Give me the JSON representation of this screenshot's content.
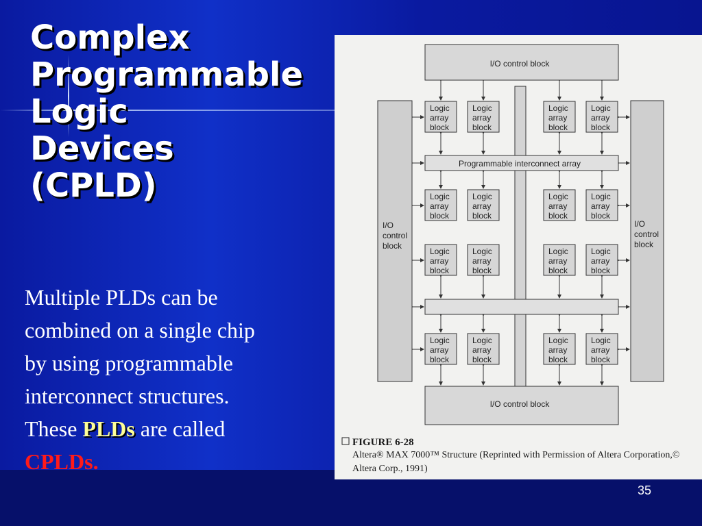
{
  "slide": {
    "title_lines": [
      "Complex",
      "Programmable",
      "Logic",
      "Devices",
      "(CPLD)"
    ],
    "body": {
      "line1": "Multiple PLDs can be",
      "line2": "combined on a single chip",
      "line3": "by using programmable",
      "line4": "interconnect structures.",
      "line5_pre": "These ",
      "line5_highlight": "PLDs",
      "line5_post": " are called",
      "line6_highlight": "CPLDs."
    },
    "page_number": "35"
  },
  "figure": {
    "io_top": "I/O control block",
    "io_bottom": "I/O control block",
    "io_side_lines": [
      "I/O",
      "control",
      "block"
    ],
    "interconnect": "Programmable interconnect array",
    "lab_lines": [
      "Logic",
      "array",
      "block"
    ],
    "caption_number": "FIGURE 6-28",
    "caption_line1": "Altera® MAX 7000™ Structure (Reprinted with Permission of Altera Corporation,©",
    "caption_line2": "Altera Corp., 1991)"
  },
  "colors": {
    "background": "#0a1aa0",
    "title": "#ffffff",
    "highlight_plds": "#ffff99",
    "highlight_cplds": "#ff1a1a"
  }
}
